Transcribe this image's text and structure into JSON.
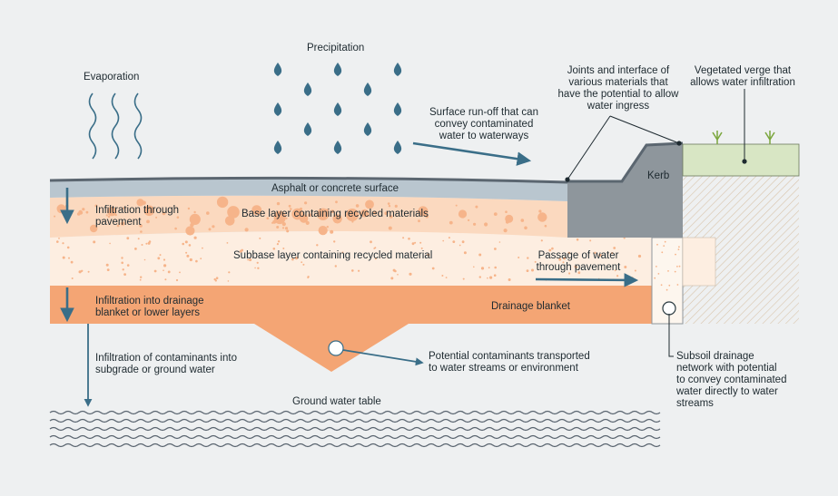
{
  "labels": {
    "precipitation": "Precipitation",
    "evaporation": "Evaporation",
    "joints_line1": "Joints and interface of",
    "joints_line2": "various materials that",
    "joints_line3": "have the potential to allow",
    "joints_line4": "water ingress",
    "verge_line1": "Vegetated verge that",
    "verge_line2": "allows water infiltration",
    "runoff_line1": "Surface run-off that can",
    "runoff_line2": "convey contaminated",
    "runoff_line3": "water to waterways",
    "kerb": "Kerb",
    "asphalt": "Asphalt or concrete surface",
    "infiltration_pavement_line1": "Infiltration through",
    "infiltration_pavement_line2": "pavement",
    "base_layer": "Base layer containing recycled materials",
    "subbase_layer": "Subbase layer containing recycled material",
    "passage_line1": "Passage of water",
    "passage_line2": "through pavement",
    "infiltration_drainage_line1": "Infiltration into drainage",
    "infiltration_drainage_line2": "blanket or lower layers",
    "drainage_blanket": "Drainage blanket",
    "contaminants_subgrade_line1": "Infiltration of contaminants into",
    "contaminants_subgrade_line2": "subgrade or ground water",
    "contaminants_transported_line1": "Potential contaminants transported",
    "contaminants_transported_line2": "to water streams or environment",
    "groundwater": "Ground water table",
    "subsoil_line1": "Subsoil drainage",
    "subsoil_line2": "network with potential",
    "subsoil_line3": "to convey contaminated",
    "subsoil_line4": "water directly to water",
    "subsoil_line5": "streams"
  },
  "colors": {
    "background": "#eef0f1",
    "arrow": "#3a6e88",
    "raindrop": "#3a6e88",
    "asphalt": "#b9c6cf",
    "asphalt_top": "#5b6670",
    "base_layer": "#fbd9bf",
    "base_particles": "#f6b48a",
    "subbase_layer": "#fdeee1",
    "drainage_blanket": "#f4a574",
    "kerb": "#8e969c",
    "verge": "#d8e6c4",
    "grass": "#7aa63c",
    "water_lines": "#5a6570"
  },
  "icons": [
    "raindrop-icon",
    "evaporation-wave-icon",
    "grass-blade-icon",
    "drain-pipe-icon",
    "flow-arrow-icon"
  ]
}
